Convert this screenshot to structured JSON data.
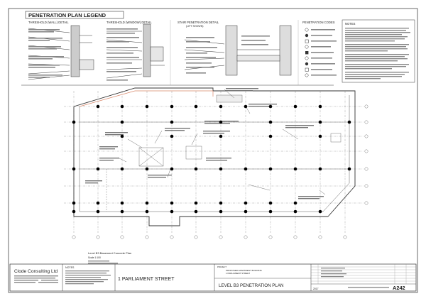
{
  "legend": {
    "title": "PENETRATION PLAN LEGEND",
    "detail_wall": "THRESHOLD (WALL) DETAIL",
    "detail_window": "THRESHOLD (WINDOW) DETAIL",
    "detail_stair": "STAIR PENETRATION DETAIL",
    "detail_stair_sub": "(LIFT SHOWN)",
    "codes_title": "PENETRATION CODES",
    "notes_title": "NOTES"
  },
  "plan": {
    "caption": "Level B3 Basement Concrete Plan",
    "caption_scale": "Scale 1:100"
  },
  "title_block": {
    "company": "Clode Consulting Ltd",
    "notes_label": "NOTES",
    "project_name": "1 PARLIAMENT STREET",
    "project_label": "PROJECT",
    "project_line1": "PROPOSED APARTMENT BUILDING",
    "project_line2": "1 PARLIAMENT STREET",
    "sheet_title": "LEVEL B3  PENETRATION PLAN",
    "drawing_number": "A242",
    "job_number": "2017"
  },
  "colors": {
    "line": "#333333",
    "grid": "#555555",
    "accent": "#d9876a",
    "column": "#000000"
  }
}
